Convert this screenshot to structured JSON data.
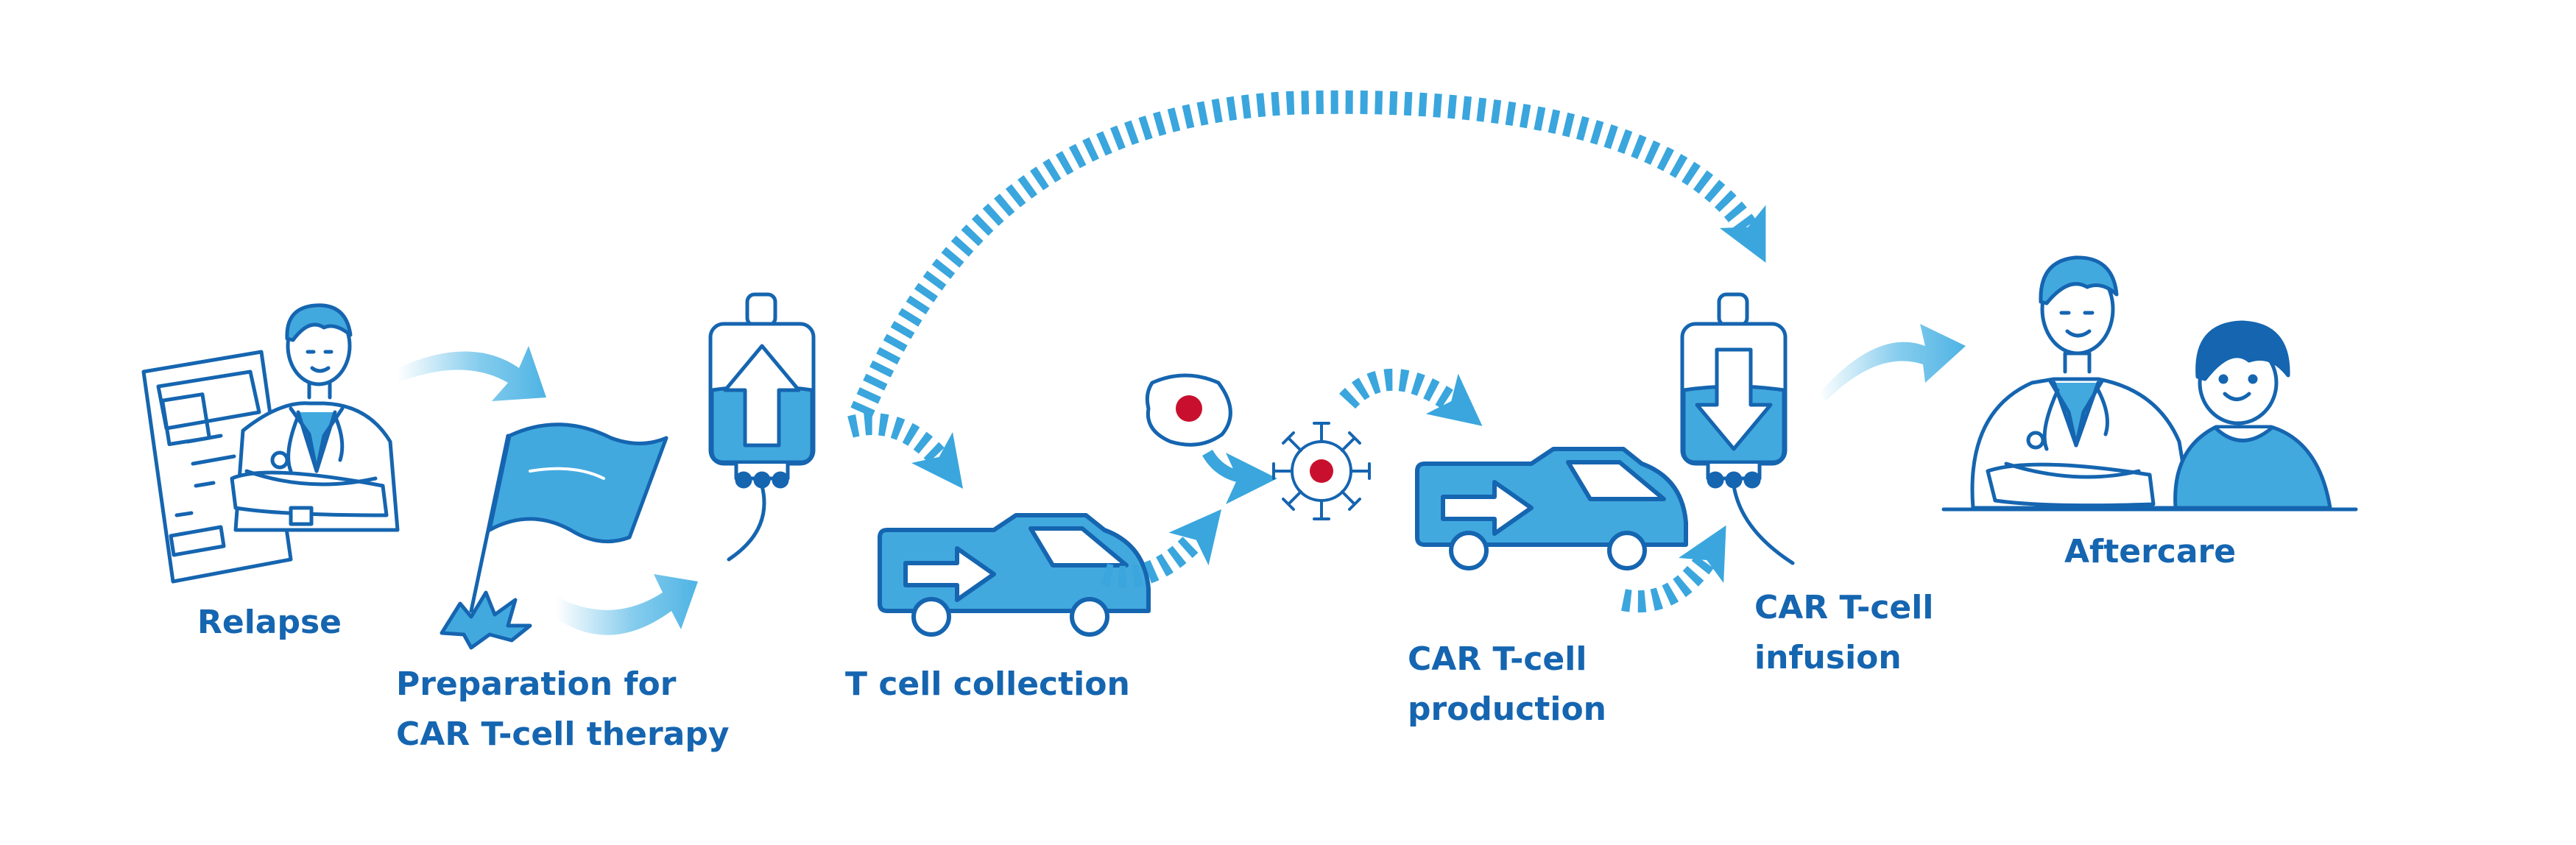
{
  "colors": {
    "dark_blue": "#1565b0",
    "mid_blue": "#3aa6dd",
    "light_blue": "#6fc3ea",
    "fill_blue": "#42a9df",
    "red": "#c8102e",
    "white": "#ffffff"
  },
  "steps": {
    "relapse": {
      "label": "Relapse"
    },
    "preparation": {
      "line1": "Preparation for",
      "line2": "CAR T-cell therapy"
    },
    "collection": {
      "label": "T cell collection"
    },
    "production": {
      "line1": "CAR T-cell",
      "line2": "production"
    },
    "infusion": {
      "line1": "CAR T-cell",
      "line2": "infusion"
    },
    "aftercare": {
      "label": "Aftercare"
    }
  },
  "icons": [
    "doctor-with-chart-icon",
    "flag-icon",
    "infusion-bag-up-icon",
    "transport-van-icon",
    "t-cell-icon",
    "car-t-cell-icon",
    "infusion-bag-down-icon",
    "doctor-and-patient-icon"
  ]
}
